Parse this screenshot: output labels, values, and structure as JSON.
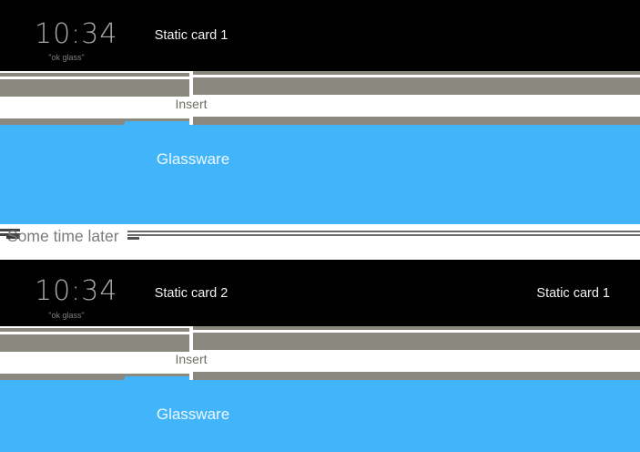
{
  "colors": {
    "glassware_blue": "#42b5fa",
    "timeline_gray": "#8a887f",
    "card_black": "#010101"
  },
  "row1": {
    "home_card": {
      "clock": "10:34",
      "hotword": "\"ok glass\"",
      "title": "Static card 1"
    },
    "insert_label": "Insert",
    "glassware_card": {
      "title": "Glassware"
    }
  },
  "separator": {
    "text": "Some time later"
  },
  "row2": {
    "home_card": {
      "clock": "10:34",
      "hotword": "\"ok glass\"",
      "title": "Static card 2",
      "title_right": "Static card 1"
    },
    "insert_label": "Insert",
    "glassware_card": {
      "title": "Glassware"
    }
  }
}
